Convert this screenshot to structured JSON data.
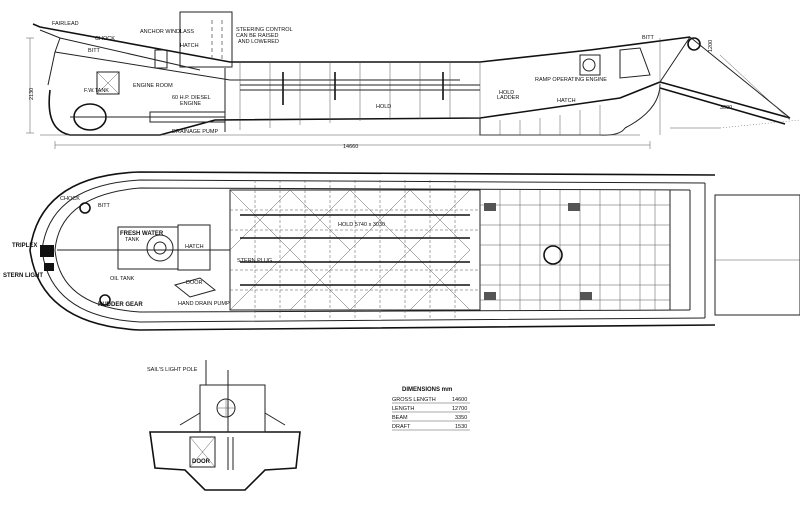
{
  "profile": {
    "labels": {
      "fairlead": "FAIRLEAD",
      "chock": "CHOCK",
      "bitt_fwd": "BITT",
      "anchor_windlass": "ANCHOR WINDLASS",
      "hatch": "HATCH",
      "steering_control": "STEERING CONTROL",
      "steering_control_2": "CAN BE RAISED",
      "steering_control_3": "AND LOWERED",
      "engine_room": "ENGINE ROOM",
      "fuel_tank": "F.W.TANK",
      "diesel_engine": "60 H.P. DIESEL",
      "diesel_engine_2": "ENGINE",
      "drainage_pump": "DRAINAGE PUMP",
      "hold": "HOLD",
      "hold_ladder": "HOLD",
      "hold_ladder_2": "LADDER",
      "ramp_engine": "RAMP OPERATING ENGINE",
      "hatch_aft": "HATCH",
      "bitt_aft": "BITT"
    },
    "dimensions": {
      "height": "2130",
      "overall": "14660",
      "ramp_height": "1200",
      "ramp_length": "3090"
    }
  },
  "plan": {
    "labels": {
      "chock": "CHOCK",
      "bitt": "BITT",
      "fresh_water_tank": "FRESH WATER",
      "fresh_water_tank_2": "TANK",
      "hatch": "HATCH",
      "triplex": "TRIPLEX",
      "stern_light": "STERN LIGHT",
      "oil_tank": "OIL TANK",
      "door": "DOOR",
      "hand_drain_pump": "HAND DRAIN PUMP",
      "rudder_gear": "RUDDER GEAR",
      "stern_plug": "STERN PLUG",
      "hold": "HOLD 5740 x 3030"
    }
  },
  "section": {
    "labels": {
      "light_pole": "SAIL'S LIGHT POLE",
      "door": "DOOR"
    }
  },
  "dimensions_table": {
    "title": "DIMENSIONS mm",
    "rows": [
      {
        "label": "GROSS LENGTH",
        "value": "14600"
      },
      {
        "label": "LENGTH",
        "value": "12700"
      },
      {
        "label": "BEAM",
        "value": "3350"
      },
      {
        "label": "DRAFT",
        "value": "1530"
      }
    ]
  }
}
